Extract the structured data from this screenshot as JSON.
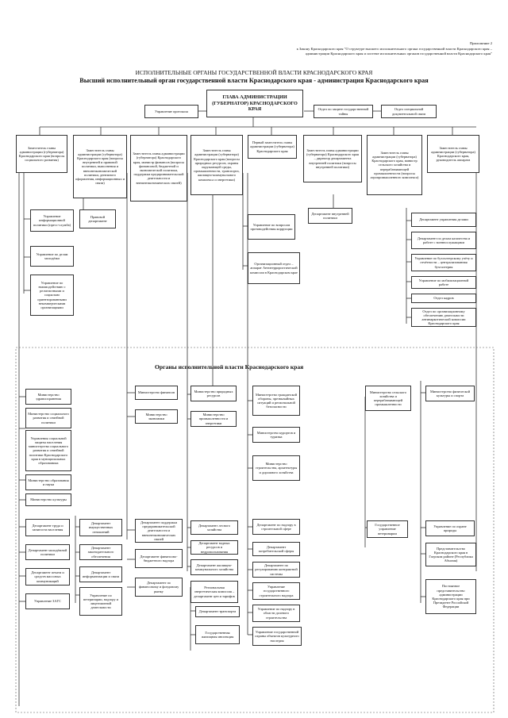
{
  "header": {
    "line1": "Приложение 2",
    "line2": "к Закону Краснодарского края \"О структуре высшего исполнительного органа государственной власти Краснодарского края –",
    "line3": "администрации Краснодарского края и системе исполнительных органов государственной власти Краснодарского края\""
  },
  "title1": "Исполнительные органы государственной власти Краснодарского края",
  "title2": "Высший исполнительный орган государственной власти Краснодарского края - администрация Краснодарского края",
  "section2_title": "Органы исполнительной власти Краснодарского края",
  "boxes": {
    "head": "ГЛАВА АДМИНИСТРАЦИИ (ГУБЕРНАТОР) КРАСНОДАРСКОГО КРАЯ",
    "protocol": "Управление протокола",
    "otdel_gos": "Отдел по защите государственной тайны",
    "otdel_spec": "Отдел специальной документальной связи",
    "dep1": "Заместитель главы администрации (губернатора) Краснодарского края (вопросы социального развития)",
    "dep2": "Заместитель главы администрации (губернатора) Краснодарского края (вопросы внутренней и правовой политики, выполнения и внешнеэкономической политики, денежного оформления, информационных и связи)",
    "dep3": "Заместитель главы администрации (губернатора) Краснодарского края, министр финансов (вопросы финансовой, бюджетной и экономической политики, поддержки предпринимательской деятельности и внешнеэкономических связей)",
    "dep4": "Заместитель главы администрации (губернатора) Краснодарского края (вопросы природных ресурсов, охраны окружающей среды, промышленности, транспорта, жилищно-коммунального комплекса и энергетики)",
    "dep5": "Первый заместитель главы администрации (губернатора) Краснодарского края",
    "dep6": "Заместитель главы администрации (губернатора) Краснодарского края – директор департамента внутренней политики (вопросы внутренней политики)",
    "dep7": "Заместитель главы администрации (губернатора) Краснодарского края, министр сельского хозяйства и перерабатывающей промышленности (вопросы агропромышленного комплекса)",
    "dep8": "Заместитель главы администрации (губернатора) Краснодарского края, руководитель аппарата",
    "upr_info": "Управление информационной политики (пресс-служба)",
    "upr_molod": "Управление по делам молодёжи",
    "upr_koord": "Управление по взаимодействию с религиозными и социально ориентированными некоммерческими организациями",
    "pravovoy": "Правовой департамент",
    "upr_korr": "Управление по вопросам противодействия коррупции",
    "org_otdel": "Организационный отдел – аппарат Антитеррористической комиссии в Краснодарском крае",
    "dep_vnutr": "Департамент внутренней политики",
    "r1": "Департамент управления делами",
    "r2": "Департамент по делам казачества и работе с военнослужащими",
    "r3": "Управление по бухгалтерскому учёту и отчётности – централизованная бухгалтерия",
    "r4": "Управление по мобилизационной работе",
    "r5": "Отдел кадров",
    "r6": "Отдел по организационному обеспечению деятельности антинаркотической комиссии Краснодарского края",
    "m_zdrav": "Министерство здравоохранения",
    "m_soc": "Министерство социального развития и семейной политики",
    "upr_soc": "Управления социальной защиты населения министерства социального развития и семейной политики Краснодарского края в муниципальных образованиях",
    "m_obr": "Министерство образования и науки",
    "m_kult": "Министерство культуры",
    "m_fin": "Министерство финансов",
    "m_econ": "Министерство экономики",
    "m_prir": "Министерство природных ресурсов",
    "m_prom": "Министерство промышленности и энергетики",
    "m_grazh": "Министерство гражданской обороны, чрезвычайных ситуаций и региональной безопасности",
    "m_kur": "Министерство курортов и туризма",
    "m_stroy": "Министерство строительства, архитектуры и дорожного хозяйства",
    "m_selh": "Министерство сельского хозяйства и перерабатывающей промышленности",
    "m_sport": "Министерство физической культуры и спорта",
    "d_trud": "Департамент труда и занятости населения",
    "d_molod": "Департамент молодёжной политики",
    "d_pech": "Департамент печати и средств массовых коммуникаций",
    "upr_zags": "Управление ЗАГС",
    "d_imush": "Департамент имущественных отношений",
    "d_zakon": "Департамент законодательного обеспечения",
    "d_inform": "Департамент информатизации и связи",
    "upr_vet": "Управление по ветеринарии, надзору и лицензионной деятельности",
    "d_podd": "Департамент поддержки предпринимательской деятельности и внешнеэкономических связей",
    "d_fin_bud": "Департамент финансово-бюджетного надзора",
    "d_fin_rynok": "Департамент по финансовому и фондовому рынку",
    "d_les": "Департамент лесного хозяйства",
    "d_vod": "Департамент водных ресурсов и недропользования",
    "d_zhkh": "Департамент жилищно-коммунального хозяйства",
    "d_energ": "Региональная энергетическая комиссия – департамент цен и тарифов",
    "d_transp": "Департамент транспорта",
    "gos_zhil": "Государственная жилищная инспекция",
    "d_kontr": "Департамент по надзору в строительной сфере",
    "d_potreb": "Департамент потребительской сферы",
    "d_reg": "Департамент по регулированию контрактной системы",
    "upr_gos_str": "Управление государственного строительного надзора",
    "upr_dol": "Управление по надзору в области долевого строительства",
    "upr_gos_ohr": "Управление государственной охраны объектов культурного наследия",
    "gos_upr_vet": "Государственное управление ветеринарии",
    "upr_zemli": "Управление по охране природы",
    "predst_gurz": "Представительство Краснодарского края в Гагрском районе (Республика Абхазия)",
    "postpred": "Постоянное представительство администрации Краснодарского края при Президенте Российской Федерации"
  }
}
